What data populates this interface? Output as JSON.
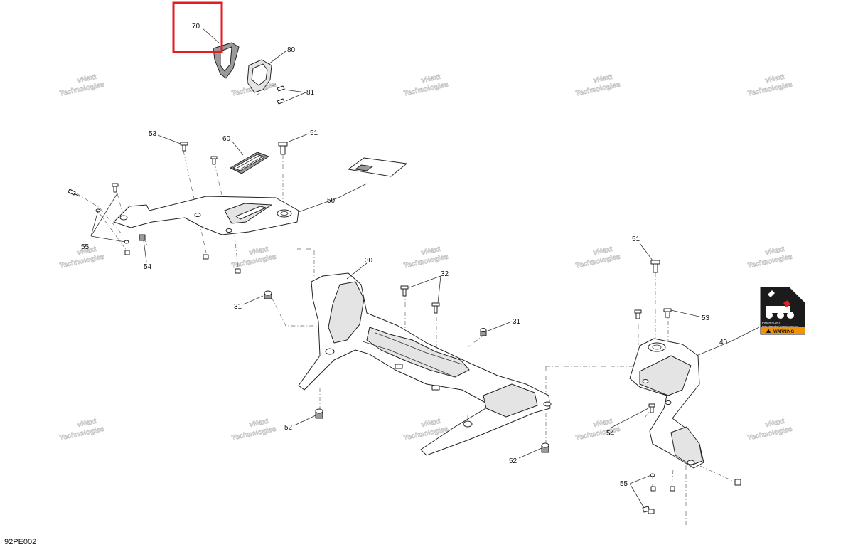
{
  "diagram": {
    "reference_code": "92PE002",
    "watermark_text": [
      "vNext",
      "Technologies"
    ],
    "highlight_color": "#e31b23",
    "highlighted_callout": "70",
    "callouts": [
      "70",
      "80",
      "81",
      "53",
      "60",
      "51",
      "50",
      "55",
      "54",
      "30",
      "32",
      "31",
      "31",
      "51",
      "53",
      "40",
      "52",
      "52",
      "54",
      "55"
    ],
    "warning_label": {
      "title": "WARNING",
      "line1": "PINCH POINT",
      "line2": "Keep clear when lowering cargo box."
    }
  }
}
